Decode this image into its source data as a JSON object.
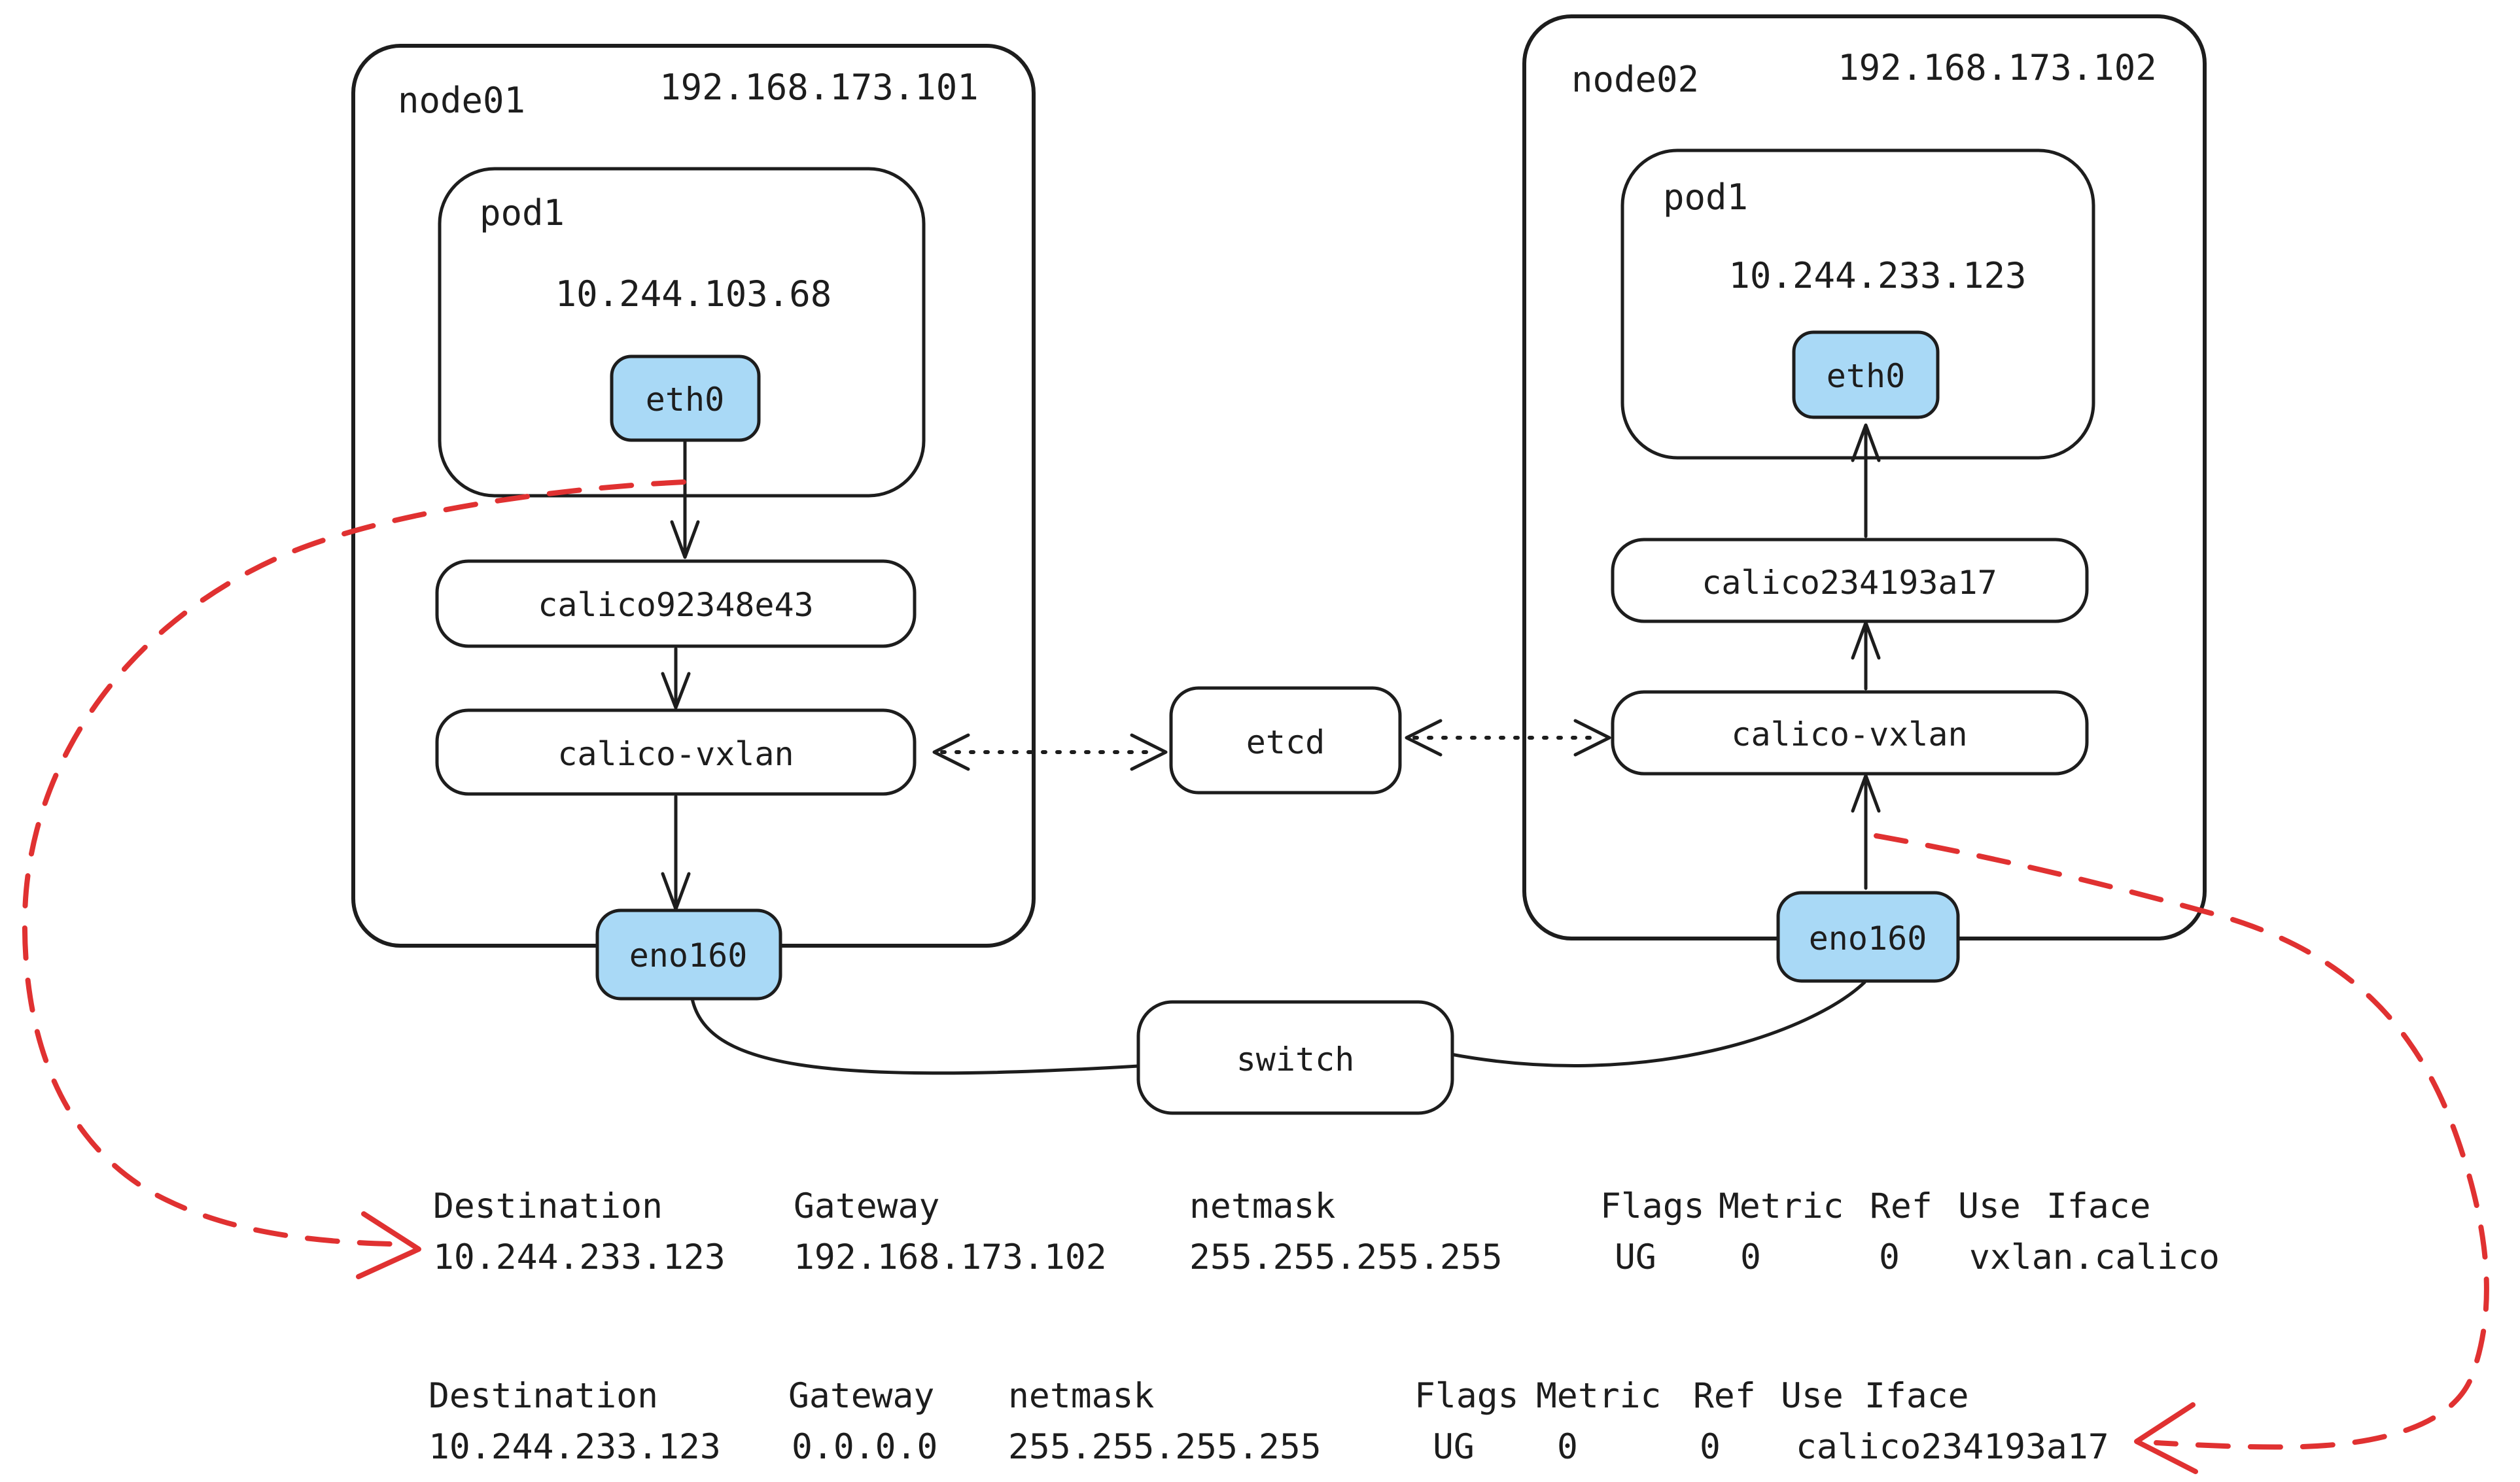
{
  "nodes": [
    {
      "name": "node01",
      "ip": "192.168.173.101",
      "pod": {
        "name": "pod1",
        "ip": "10.244.103.68",
        "eth": "eth0"
      },
      "veth": "calico92348e43",
      "vxlan": "calico-vxlan",
      "nic": "eno160"
    },
    {
      "name": "node02",
      "ip": "192.168.173.102",
      "pod": {
        "name": "pod1",
        "ip": "10.244.233.123",
        "eth": "eth0"
      },
      "veth": "calico234193a17",
      "vxlan": "calico-vxlan",
      "nic": "eno160"
    }
  ],
  "shared": {
    "etcd": "etcd",
    "switch": "switch"
  },
  "route_tables": [
    {
      "headers": [
        "Destination",
        "Gateway",
        "netmask",
        "Flags",
        "Metric",
        "Ref",
        "Use",
        "Iface"
      ],
      "row": [
        "10.244.233.123",
        "192.168.173.102",
        "255.255.255.255",
        "UG",
        "0",
        "0",
        "vxlan.calico"
      ]
    },
    {
      "headers": [
        "Destination",
        "Gateway",
        "netmask",
        "Flags",
        "Metric",
        "Ref",
        "Use",
        "Iface"
      ],
      "row": [
        "10.244.233.123",
        "0.0.0.0",
        "255.255.255.255",
        "UG",
        "0",
        "0",
        "calico234193a17"
      ]
    }
  ],
  "colors": {
    "accent_red": "#e03131",
    "iface_fill": "#a9d9f6",
    "stroke": "#1d1d1d",
    "background": "#ffffff"
  }
}
